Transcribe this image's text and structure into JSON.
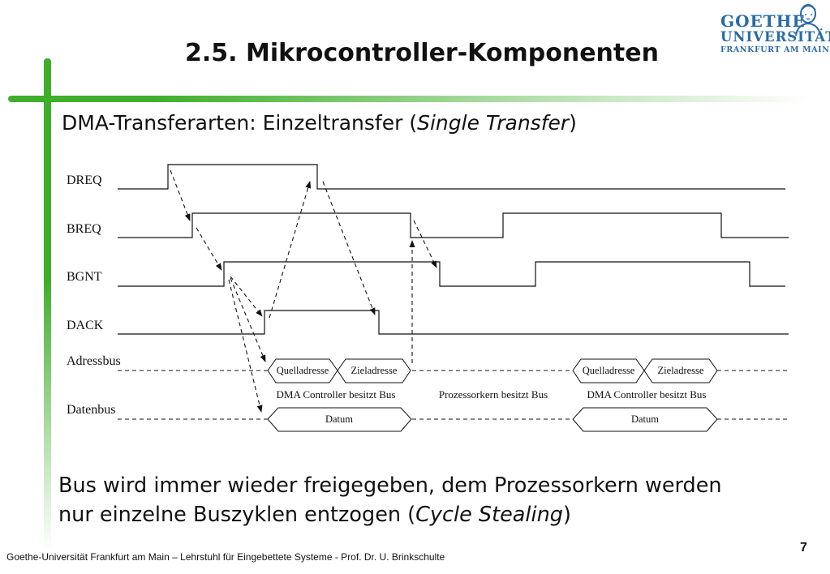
{
  "title": "2.5. Mikrocontroller-Komponenten",
  "subtitle": {
    "prefix": "DMA-Transferarten: Einzeltransfer (",
    "italic": "Single Transfer",
    "suffix": ")"
  },
  "body": {
    "line1": "Bus wird immer wieder freigegeben, dem Prozessorkern werden",
    "line2_prefix": "nur einzelne Buszyklen entzogen (",
    "line2_italic": "Cycle Stealing",
    "line2_suffix": ")"
  },
  "logo": {
    "line1": "GOETHE",
    "line2": "UNIVERSITÄT",
    "line3": "FRANKFURT AM MAIN"
  },
  "footer": "Goethe-Universität Frankfurt am Main – Lehrstuhl für Eingebettete Systeme - Prof. Dr. U. Brinkschulte",
  "page_number": "7",
  "colors": {
    "accent_green": "#3fae2a",
    "logo_blue": "#2a6aa8"
  },
  "timing": {
    "signals": {
      "dreq": "DREQ",
      "breq": "BREQ",
      "bgnt": "BGNT",
      "dack": "DACK",
      "adressbus": "Adressbus",
      "datenbus": "Datenbus"
    },
    "address_boxes": {
      "source": "Quelladresse",
      "target": "Zieladresse"
    },
    "data_box": "Datum",
    "ownership": {
      "dma1": "DMA Controller besitzt Bus",
      "cpu": "Prozessorkern besitzt Bus",
      "dma2": "DMA Controller besitzt Bus"
    }
  }
}
